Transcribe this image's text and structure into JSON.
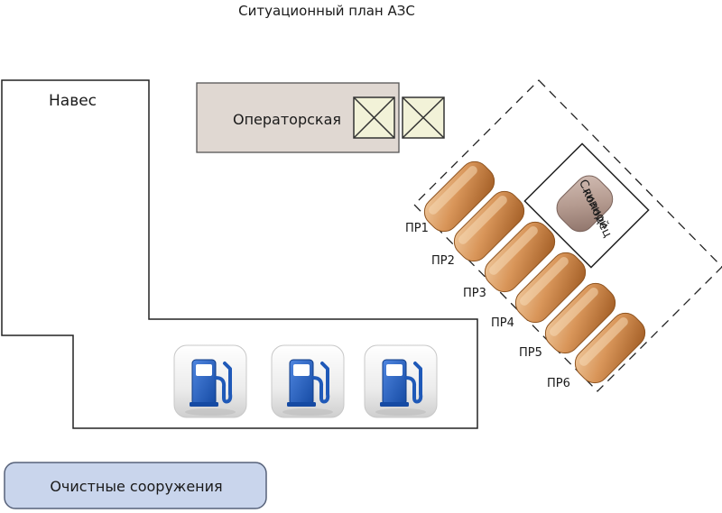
{
  "title": "Ситуационный план АЗС",
  "canopy": {
    "label": "Навес"
  },
  "operator": {
    "label": "Операторская"
  },
  "drain_well": {
    "label_line1": "Сливной",
    "label_line2": "колодец"
  },
  "tanks": [
    {
      "label": "ПР1"
    },
    {
      "label": "ПР2"
    },
    {
      "label": "ПР3"
    },
    {
      "label": "ПР4"
    },
    {
      "label": "ПР5"
    },
    {
      "label": "ПР6"
    }
  ],
  "fuel_dispensers": [
    {
      "icon": "fuel-pump-icon"
    },
    {
      "icon": "fuel-pump-icon"
    },
    {
      "icon": "fuel-pump-icon"
    }
  ],
  "treatment": {
    "label": "Очистные сооружения"
  },
  "colors": {
    "operator_fill": "#e0d8d2",
    "tank_light": "#e6b888",
    "tank_dark": "#b56d2e",
    "well_fill": "#b79a90",
    "pump_blue": "#1f59b8",
    "treatment_fill": "#c9d5ec",
    "treatment_stroke": "#57627a",
    "box_fill": "#f2f2d8"
  }
}
